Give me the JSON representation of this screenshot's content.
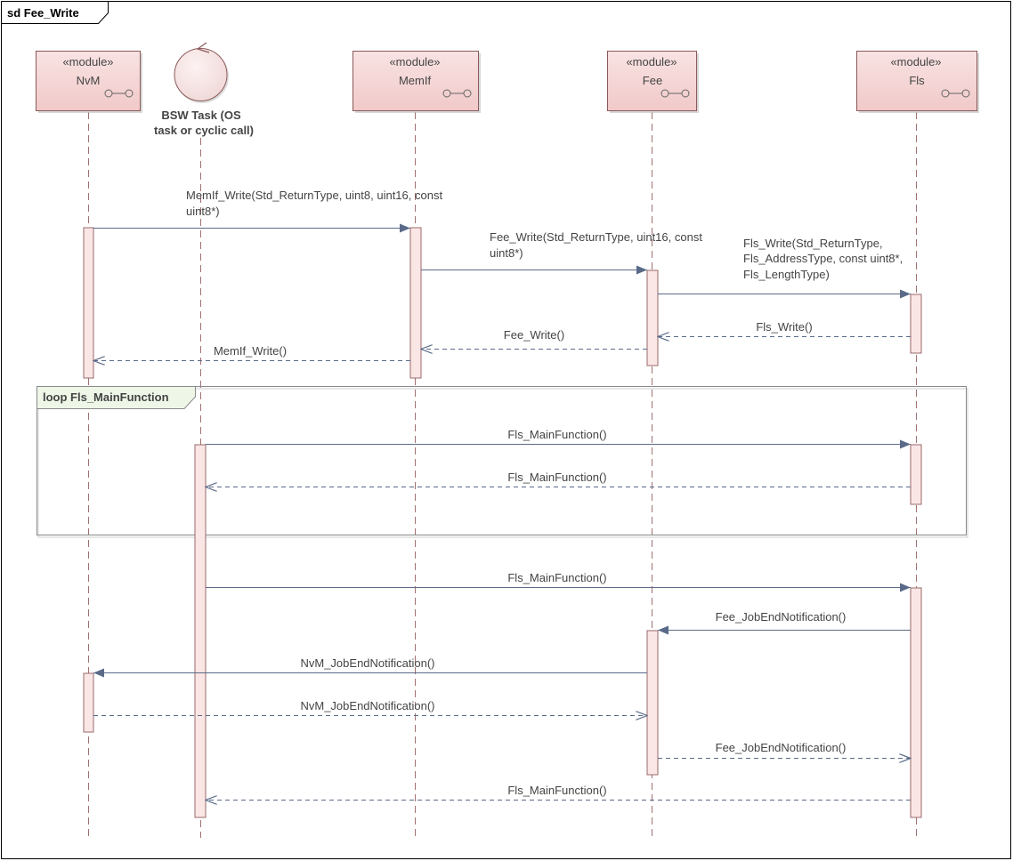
{
  "diagram": {
    "frame_title": "sd Fee_Write",
    "lifelines": [
      {
        "id": "nvm",
        "kind": "module",
        "stereotype": "«module»",
        "name": "NvM"
      },
      {
        "id": "bsw",
        "kind": "actor",
        "name_lines": [
          "BSW Task (OS",
          "task or cyclic call)"
        ]
      },
      {
        "id": "memif",
        "kind": "module",
        "stereotype": "«module»",
        "name": "MemIf"
      },
      {
        "id": "fee",
        "kind": "module",
        "stereotype": "«module»",
        "name": "Fee"
      },
      {
        "id": "fls",
        "kind": "module",
        "stereotype": "«module»",
        "name": "Fls"
      }
    ],
    "loop": {
      "label": "loop Fls_MainFunction"
    },
    "messages": [
      {
        "id": "m1",
        "from": "nvm",
        "to": "memif",
        "type": "call",
        "lines": [
          "MemIf_Write(Std_ReturnType, uint8, uint16, const",
          "uint8*)"
        ]
      },
      {
        "id": "m2",
        "from": "memif",
        "to": "fee",
        "type": "call",
        "lines": [
          "Fee_Write(Std_ReturnType, uint16, const",
          "uint8*)"
        ]
      },
      {
        "id": "m3",
        "from": "fee",
        "to": "fls",
        "type": "call",
        "lines": [
          "Fls_Write(Std_ReturnType,",
          "Fls_AddressType, const uint8*,",
          "Fls_LengthType)"
        ]
      },
      {
        "id": "m4",
        "from": "fls",
        "to": "fee",
        "type": "return",
        "lines": [
          "Fls_Write()"
        ]
      },
      {
        "id": "m5",
        "from": "fee",
        "to": "memif",
        "type": "return",
        "lines": [
          "Fee_Write()"
        ]
      },
      {
        "id": "m6",
        "from": "memif",
        "to": "nvm",
        "type": "return",
        "lines": [
          "MemIf_Write()"
        ]
      },
      {
        "id": "m7",
        "from": "bsw",
        "to": "fls",
        "type": "call",
        "lines": [
          "Fls_MainFunction()"
        ]
      },
      {
        "id": "m8",
        "from": "fls",
        "to": "bsw",
        "type": "return",
        "lines": [
          "Fls_MainFunction()"
        ]
      },
      {
        "id": "m9",
        "from": "bsw",
        "to": "fls",
        "type": "call",
        "lines": [
          "Fls_MainFunction()"
        ]
      },
      {
        "id": "m10",
        "from": "fls",
        "to": "fee",
        "type": "call",
        "lines": [
          "Fee_JobEndNotification()"
        ]
      },
      {
        "id": "m11",
        "from": "fee",
        "to": "nvm",
        "type": "call",
        "lines": [
          "NvM_JobEndNotification()"
        ]
      },
      {
        "id": "m12",
        "from": "nvm",
        "to": "fee",
        "type": "return",
        "lines": [
          "NvM_JobEndNotification()"
        ]
      },
      {
        "id": "m13",
        "from": "fee",
        "to": "fls",
        "type": "return",
        "lines": [
          "Fee_JobEndNotification()"
        ]
      },
      {
        "id": "m14",
        "from": "fls",
        "to": "bsw",
        "type": "return",
        "lines": [
          "Fls_MainFunction()"
        ]
      }
    ],
    "colors": {
      "module_fill_top": "#f9e3e3",
      "module_fill_bottom": "#f1c9c9",
      "module_border": "#8a5a5a",
      "activation_fill": "#fbe6e6",
      "activation_border": "#9a6a6a",
      "lifeline": "#a07070",
      "arrow": "#5a6a88",
      "loop_border": "#8a8a8a",
      "loop_tab_fill": "#eef6e8",
      "frame_border": "#000000"
    }
  }
}
